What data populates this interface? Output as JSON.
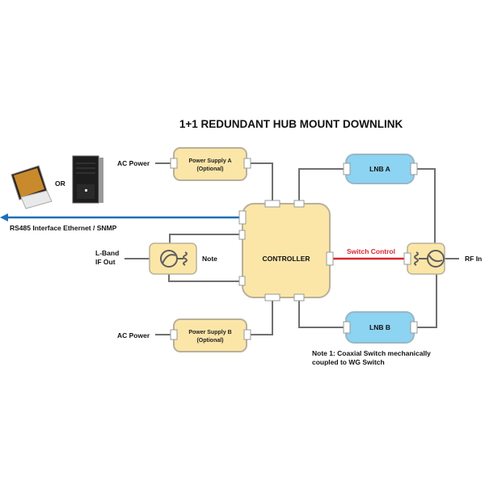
{
  "diagram": {
    "title": "1+1 REDUNDANT HUB MOUNT DOWNLINK",
    "computer": {
      "or_label": "OR",
      "interface_label": "RS485 Interface Ethernet / SNMP"
    },
    "power_supply_a": {
      "input_label": "AC Power",
      "name": "Power Supply A",
      "sub": "(Optional)"
    },
    "power_supply_b": {
      "input_label": "AC Power",
      "name": "Power Supply B",
      "sub": "(Optional)"
    },
    "controller": {
      "name": "CONTROLLER"
    },
    "lnb_a": {
      "name": "LNB A"
    },
    "lnb_b": {
      "name": "LNB B"
    },
    "coax_switch": {
      "output_label_line1": "L-Band",
      "output_label_line2": "IF Out",
      "note_label": "Note"
    },
    "wg_switch": {
      "control_label": "Switch Control",
      "input_label": "RF In"
    },
    "note": {
      "line1": "Note 1: Coaxial Switch mechanically",
      "line2": "coupled to WG Switch"
    },
    "colors": {
      "interface_line": "#1e6fb8",
      "switch_control_line": "#d9262e",
      "module_fill": "#fbe6a8",
      "lnb_fill": "#8dd3f2"
    }
  }
}
